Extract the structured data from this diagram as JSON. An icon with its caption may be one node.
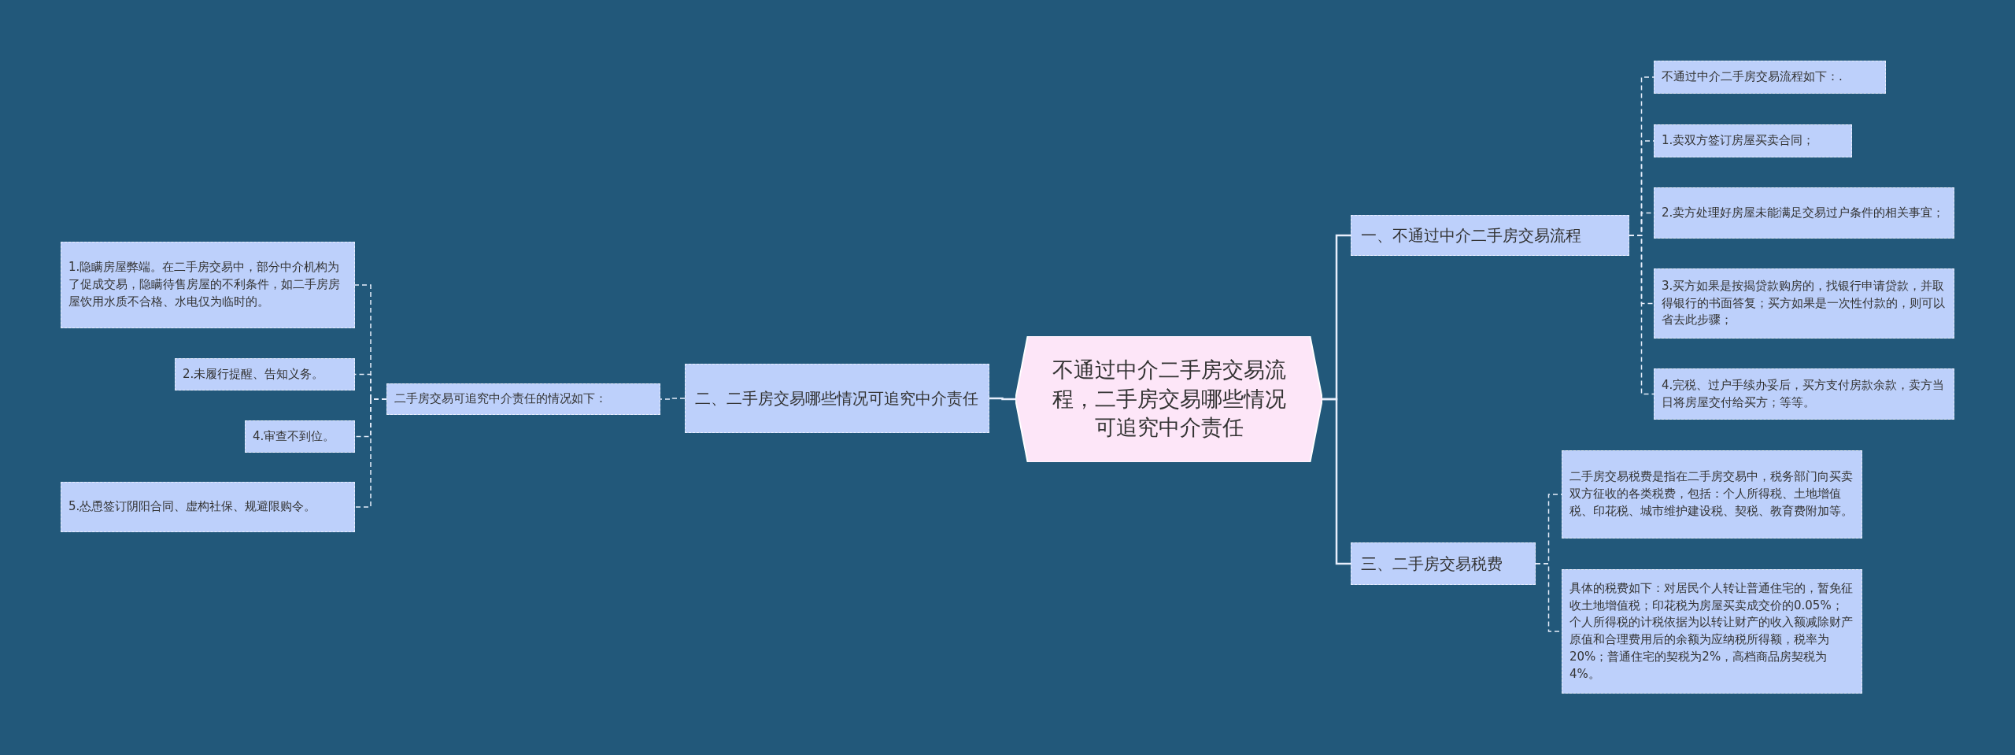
{
  "diagram": {
    "nodes": [
      {
        "text": [
          "不通过中介二手房交易流程，二手房交易哪些情况可追究中介责任"
        ]
      },
      {
        "text": [
          "一、不通过中介二手房交易流程"
        ]
      },
      {
        "text": [
          "不通过中介二手房交易流程如下：."
        ]
      },
      {
        "text": [
          "1.卖双方签订房屋买卖合同；"
        ]
      },
      {
        "text": [
          "2.卖方处理好房屋未能满足交易过户条件的相关事宜；"
        ]
      },
      {
        "text": [
          "3.买方如果是按揭贷款购房的，找银行申请贷款，并取得银行的书面答复；买方如果是一次性付款的，则可以省去此步骤；"
        ]
      },
      {
        "text": [
          "4.完税、过户手续办妥后，买方支付房款余款，卖方当日将房屋交付给买方；等等。"
        ]
      },
      {
        "text": [
          "二、二手房交易哪些情况可追究中介责任"
        ]
      },
      {
        "text": [
          "二手房交易可追究中介责任的情况如下："
        ]
      },
      {
        "text": [
          "1.隐瞒房屋弊端。在二手房交易中，部分中介机构为了促成交易，隐瞒待售房屋的不利条件，如二手房房屋饮用水质不合格、水电仅为临时的。"
        ]
      },
      {
        "text": [
          "2.未履行提醒、告知义务。"
        ]
      },
      {
        "text": [
          "4.审查不到位。"
        ]
      },
      {
        "text": [
          "5.怂恿签订阴阳合同、虚构社保、规避限购令。"
        ]
      },
      {
        "text": [
          "三、二手房交易税费"
        ]
      },
      {
        "text": [
          "二手房交易税费是指在二手房交易中，税务部门向买卖双方征收的各类税费，包括：个人所得税、土地增值税、印花税、城市维护建设税、契税、教育费附加等。"
        ]
      },
      {
        "text": [
          "具体的税费如下：对居民个人转让普通住宅的，暂免征收土地增值税；印花税为房屋买卖成交价的0.05%；个人所得税的计税依据为以转让财产的收入额减除财产原值和合理费用后的余额为应纳税所得额，税率为20%；普通住宅的契税为2%，高档商品房契税为4%。"
        ]
      }
    ],
    "edges": [
      {
        "from": 0,
        "to": 1,
        "arrow": "none"
      },
      {
        "from": 1,
        "to": 2,
        "arrow": "none",
        "style": "dashed"
      },
      {
        "from": 1,
        "to": 3,
        "arrow": "none",
        "style": "dashed"
      },
      {
        "from": 1,
        "to": 4,
        "arrow": "none",
        "style": "dashed"
      },
      {
        "from": 1,
        "to": 5,
        "arrow": "none",
        "style": "dashed"
      },
      {
        "from": 1,
        "to": 6,
        "arrow": "none",
        "style": "dashed"
      },
      {
        "from": 0,
        "to": 7,
        "arrow": "none"
      },
      {
        "from": 7,
        "to": 8,
        "arrow": "none",
        "style": "dashed"
      },
      {
        "from": 8,
        "to": 9,
        "arrow": "none",
        "style": "dashed"
      },
      {
        "from": 8,
        "to": 10,
        "arrow": "none",
        "style": "dashed"
      },
      {
        "from": 8,
        "to": 11,
        "arrow": "none",
        "style": "dashed"
      },
      {
        "from": 8,
        "to": 12,
        "arrow": "none",
        "style": "dashed"
      },
      {
        "from": 0,
        "to": 13,
        "arrow": "none"
      },
      {
        "from": 13,
        "to": 14,
        "arrow": "none",
        "style": "dashed"
      },
      {
        "from": 13,
        "to": 15,
        "arrow": "none",
        "style": "dashed"
      }
    ]
  }
}
